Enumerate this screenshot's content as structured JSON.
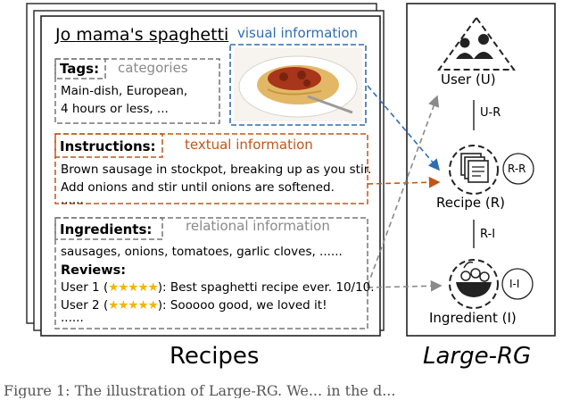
{
  "recipe_card": {
    "title": "Jo mama's spaghetti",
    "visual_label": "visual information",
    "tags_label": "Tags:",
    "categories_label": "categories",
    "tags_line1": "Main-dish, European,",
    "tags_line2": "4 hours or less, ...",
    "instructions_label": "Instructions:",
    "textual_label": "textual information",
    "instr_line1": "Brown sausage in stockpot, breaking up as you stir.",
    "instr_line2": "Add onions and stir until onions are softened.",
    "instr_more": "......",
    "relational_label": "relational information",
    "ingredients_label": "Ingredients:",
    "ingredients_line": "sausages, onions, tomatoes, garlic cloves, ......",
    "reviews_label": "Reviews:",
    "review1_user": "User 1 (",
    "review1_text": "): Best spaghetti recipe ever. 10/10.",
    "review2_user": "User 2 (",
    "review2_text": "): Sooooo good, we loved it!",
    "reviews_more": "......",
    "star_count": 5
  },
  "graph": {
    "user_node": "User (U)",
    "recipe_node": "Recipe (R)",
    "ingredient_node": "Ingredient (I)",
    "edge_ur": "U-R",
    "edge_ri": "R-I",
    "edge_rr": "R-R",
    "edge_ii": "I-I"
  },
  "captions": {
    "recipes": "Recipes",
    "large_rg": "Large-RG",
    "figure_caption": "Figure 1:  The illustration of Large-RG. We... in the d..."
  },
  "colors": {
    "blue": "#2e6db4",
    "orange": "#c1561a",
    "gray": "#8a8a8a",
    "star": "#f4b400"
  }
}
